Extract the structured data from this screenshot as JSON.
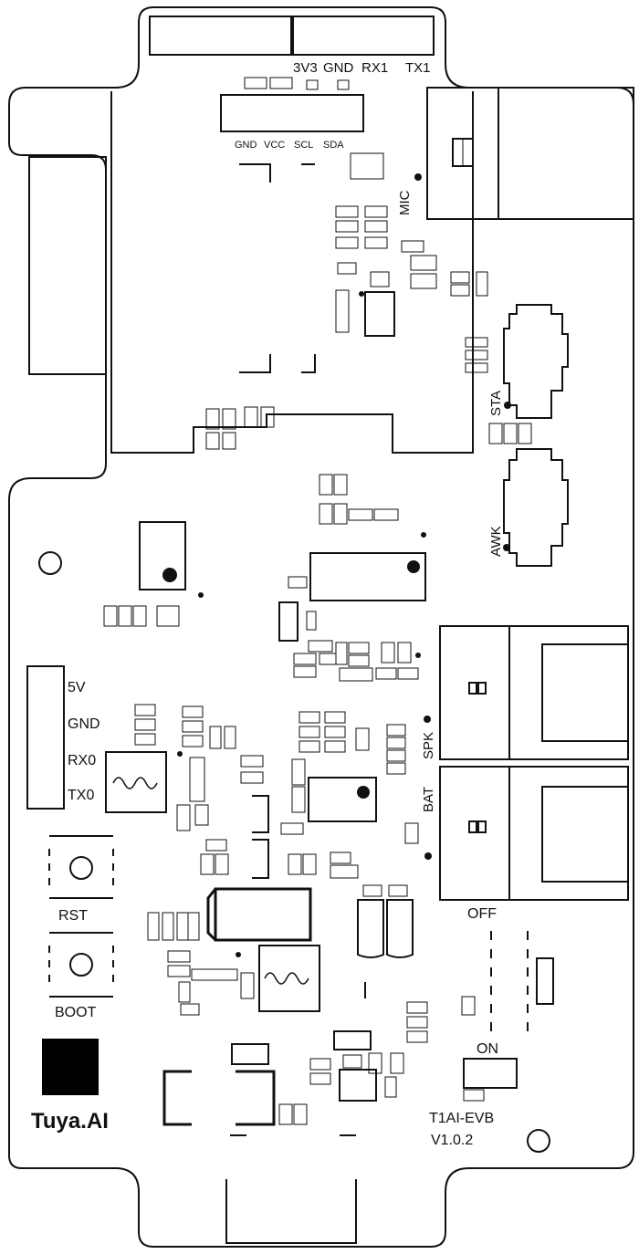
{
  "header_pins": {
    "label_3v3": "3V3",
    "label_gnd": "GND",
    "label_rx1": "RX1",
    "label_tx1": "TX1"
  },
  "i2c_header": {
    "label_gnd": "GND",
    "label_vcc": "VCC",
    "label_scl": "SCL",
    "label_sda": "SDA"
  },
  "labels": {
    "mic": "MIC",
    "sta": "STA",
    "awk": "AWK",
    "spk": "SPK",
    "bat": "BAT",
    "off": "OFF",
    "on": "ON",
    "rst": "RST",
    "boot": "BOOT"
  },
  "power_header": {
    "pin_5v": "5V",
    "pin_gnd": "GND",
    "pin_rx0": "RX0",
    "pin_tx0": "TX0"
  },
  "branding": {
    "logo_text": "Tuya.AI",
    "board_name": "T1AI-EVB",
    "board_version": "V1.0.2"
  }
}
